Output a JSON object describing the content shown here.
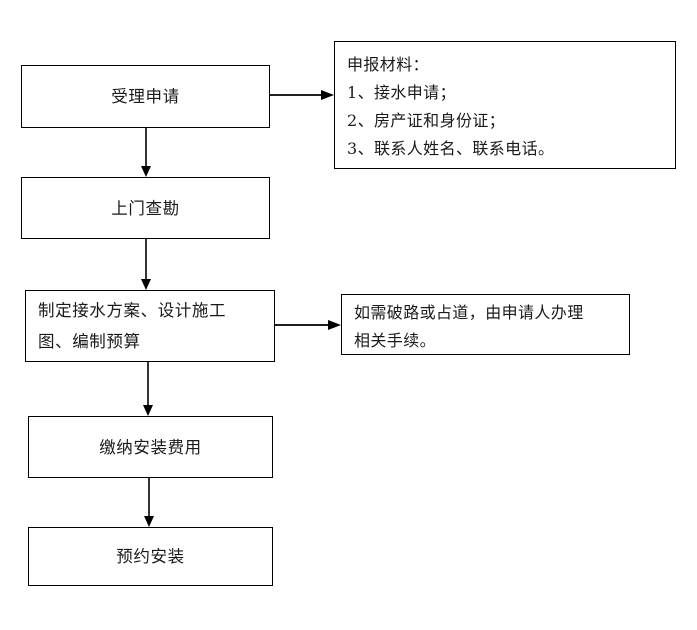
{
  "diagram": {
    "type": "flowchart",
    "orientation": "vertical",
    "background_color": "#ffffff",
    "line_color": "#000000",
    "text_color": "#1a1a1a"
  },
  "nodes": [
    {
      "id": "step-1",
      "label": "受理申请",
      "align": "center"
    },
    {
      "id": "step-2",
      "label": "上门查勘",
      "align": "center"
    },
    {
      "id": "step-3",
      "label": "制定接水方案、设计施工\n图、编制预算",
      "align": "left"
    },
    {
      "id": "step-4",
      "label": "缴纳安装费用",
      "align": "center"
    },
    {
      "id": "step-5",
      "label": "预约安装",
      "align": "center"
    }
  ],
  "notes": [
    {
      "id": "note-1",
      "lines": [
        "申报材料：",
        "1、接水申请；",
        "2、房产证和身份证；",
        "3、联系人姓名、联系电话。"
      ]
    },
    {
      "id": "note-2",
      "lines": [
        "如需破路或占道，由申请人办理",
        "相关手续。"
      ]
    }
  ],
  "connectors": [
    {
      "id": "conn-1-to-2",
      "from": "step-1",
      "to": "step-2",
      "direction": "down"
    },
    {
      "id": "conn-2-to-3",
      "from": "step-2",
      "to": "step-3",
      "direction": "down"
    },
    {
      "id": "conn-3-to-4",
      "from": "step-3",
      "to": "step-4",
      "direction": "down"
    },
    {
      "id": "conn-4-to-5",
      "from": "step-4",
      "to": "step-5",
      "direction": "down"
    },
    {
      "id": "conn-1-to-note-1",
      "from": "step-1",
      "to": "note-1",
      "direction": "right"
    },
    {
      "id": "conn-3-to-note-2",
      "from": "step-3",
      "to": "note-2",
      "direction": "right"
    }
  ]
}
